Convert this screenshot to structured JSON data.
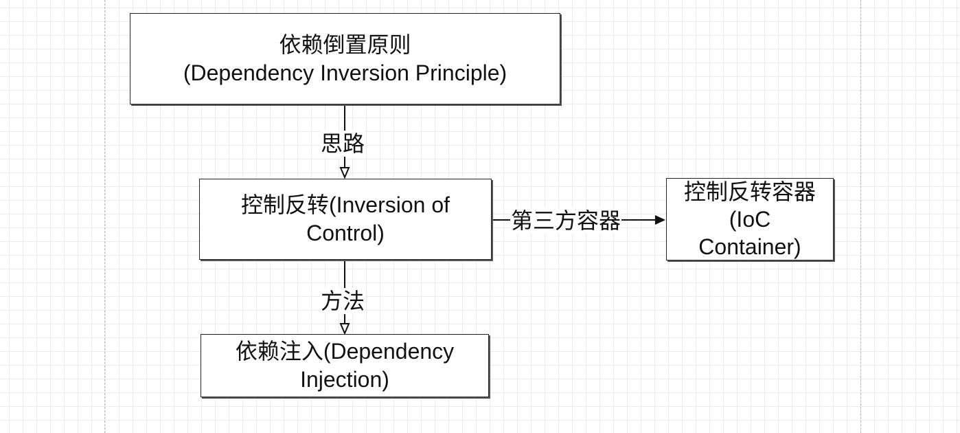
{
  "nodes": {
    "dip": {
      "line1": "依赖倒置原则",
      "line2": "(Dependency Inversion Principle)"
    },
    "ioc": {
      "line1": "控制反转(Inversion of",
      "line2": "Control)"
    },
    "ioc_container": {
      "line1": "控制反转容器",
      "line2": "(IoC",
      "line3": "Container)"
    },
    "di": {
      "line1": "依赖注入(Dependency",
      "line2": "Injection)"
    }
  },
  "edges": {
    "dip_to_ioc": "思路",
    "ioc_to_di": "方法",
    "ioc_to_container": "第三方容器"
  }
}
